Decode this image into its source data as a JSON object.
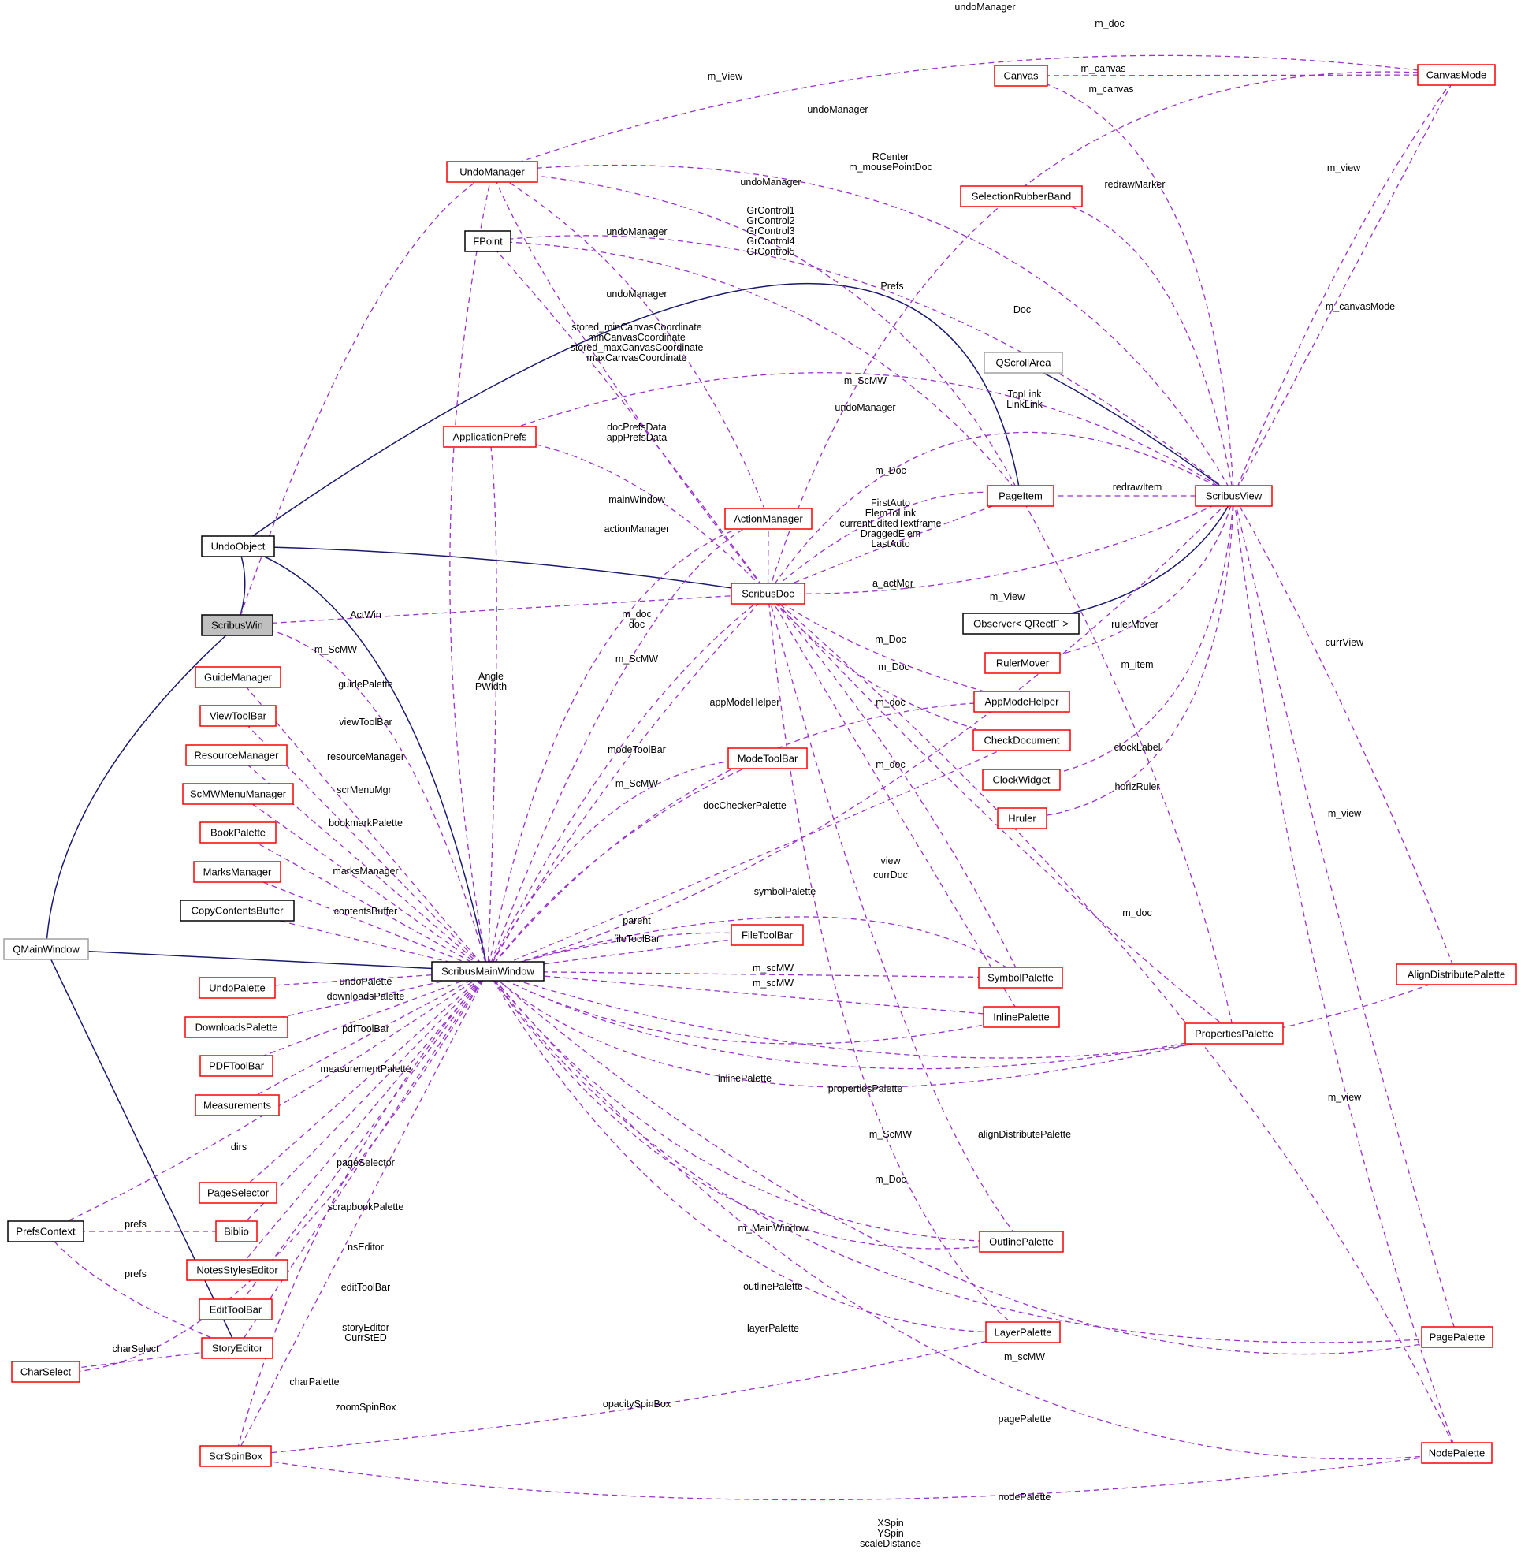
{
  "diagram": {
    "nodes": [
      {
        "id": "UndoManager",
        "label": "UndoManager",
        "style": "red"
      },
      {
        "id": "FPoint",
        "label": "FPoint",
        "style": "black"
      },
      {
        "id": "ApplicationPrefs",
        "label": "ApplicationPrefs",
        "style": "red"
      },
      {
        "id": "UndoObject",
        "label": "UndoObject",
        "style": "black"
      },
      {
        "id": "ScribusWin",
        "label": "ScribusWin",
        "style": "selected"
      },
      {
        "id": "GuideManager",
        "label": "GuideManager",
        "style": "red"
      },
      {
        "id": "ViewToolBar",
        "label": "ViewToolBar",
        "style": "red"
      },
      {
        "id": "ResourceManager",
        "label": "ResourceManager",
        "style": "red"
      },
      {
        "id": "ScMWMenuManager",
        "label": "ScMWMenuManager",
        "style": "red"
      },
      {
        "id": "BookPalette",
        "label": "BookPalette",
        "style": "red"
      },
      {
        "id": "MarksManager",
        "label": "MarksManager",
        "style": "red"
      },
      {
        "id": "CopyContentsBuffer",
        "label": "CopyContentsBuffer",
        "style": "black"
      },
      {
        "id": "QMainWindow",
        "label": "QMainWindow",
        "style": "gray"
      },
      {
        "id": "UndoPalette",
        "label": "UndoPalette",
        "style": "red"
      },
      {
        "id": "DownloadsPalette",
        "label": "DownloadsPalette",
        "style": "red"
      },
      {
        "id": "PDFToolBar",
        "label": "PDFToolBar",
        "style": "red"
      },
      {
        "id": "Measurements",
        "label": "Measurements",
        "style": "red"
      },
      {
        "id": "PageSelector",
        "label": "PageSelector",
        "style": "red"
      },
      {
        "id": "PrefsContext",
        "label": "PrefsContext",
        "style": "black"
      },
      {
        "id": "Biblio",
        "label": "Biblio",
        "style": "red"
      },
      {
        "id": "NotesStylesEditor",
        "label": "NotesStylesEditor",
        "style": "red"
      },
      {
        "id": "EditToolBar",
        "label": "EditToolBar",
        "style": "red"
      },
      {
        "id": "StoryEditor",
        "label": "StoryEditor",
        "style": "red"
      },
      {
        "id": "CharSelect",
        "label": "CharSelect",
        "style": "red"
      },
      {
        "id": "ScrSpinBox",
        "label": "ScrSpinBox",
        "style": "red"
      },
      {
        "id": "ScribusMainWindow",
        "label": "ScribusMainWindow",
        "style": "black"
      },
      {
        "id": "ActionManager",
        "label": "ActionManager",
        "style": "red"
      },
      {
        "id": "ScribusDoc",
        "label": "ScribusDoc",
        "style": "red"
      },
      {
        "id": "ModeToolBar",
        "label": "ModeToolBar",
        "style": "red"
      },
      {
        "id": "FileToolBar",
        "label": "FileToolBar",
        "style": "red"
      },
      {
        "id": "Canvas",
        "label": "Canvas",
        "style": "red"
      },
      {
        "id": "SelectionRubberBand",
        "label": "SelectionRubberBand",
        "style": "red"
      },
      {
        "id": "QScrollArea",
        "label": "QScrollArea",
        "style": "gray"
      },
      {
        "id": "PageItem",
        "label": "PageItem",
        "style": "red"
      },
      {
        "id": "ObserverQRectF",
        "label": "Observer< QRectF >",
        "style": "black"
      },
      {
        "id": "RulerMover",
        "label": "RulerMover",
        "style": "red"
      },
      {
        "id": "AppModeHelper",
        "label": "AppModeHelper",
        "style": "red"
      },
      {
        "id": "CheckDocument",
        "label": "CheckDocument",
        "style": "red"
      },
      {
        "id": "ClockWidget",
        "label": "ClockWidget",
        "style": "red"
      },
      {
        "id": "Hruler",
        "label": "Hruler",
        "style": "red"
      },
      {
        "id": "SymbolPalette",
        "label": "SymbolPalette",
        "style": "red"
      },
      {
        "id": "InlinePalette",
        "label": "InlinePalette",
        "style": "red"
      },
      {
        "id": "OutlinePalette",
        "label": "OutlinePalette",
        "style": "red"
      },
      {
        "id": "LayerPalette",
        "label": "LayerPalette",
        "style": "red"
      },
      {
        "id": "CanvasMode",
        "label": "CanvasMode",
        "style": "red"
      },
      {
        "id": "ScribusView",
        "label": "ScribusView",
        "style": "red"
      },
      {
        "id": "PropertiesPalette",
        "label": "PropertiesPalette",
        "style": "red"
      },
      {
        "id": "AlignDistributePalette",
        "label": "AlignDistributePalette",
        "style": "red"
      },
      {
        "id": "PagePalette",
        "label": "PagePalette",
        "style": "red"
      },
      {
        "id": "NodePalette",
        "label": "NodePalette",
        "style": "red"
      }
    ],
    "edge_labels": [
      "undoManager",
      "m_doc",
      "m_View",
      "m_canvas",
      "m_canvas",
      "undoManager",
      "RCenter",
      "m_mousePointDoc",
      "undoManager",
      "redrawMarker",
      "GrControl1",
      "GrControl2",
      "GrControl3",
      "GrControl4",
      "GrControl5",
      "undoManager",
      "m_view",
      "undoManager",
      "Prefs",
      "stored_minCanvasCoordinate",
      "minCanvasCoordinate",
      "stored_maxCanvasCoordinate",
      "maxCanvasCoordinate",
      "Doc",
      "m_canvasMode",
      "m_ScMW",
      "TopLink",
      "LinkLink",
      "undoManager",
      "docPrefsData",
      "appPrefsData",
      "m_Doc",
      "redrawItem",
      "mainWindow",
      "FirstAuto",
      "ElemToLink",
      "currentEditedTextframe",
      "DraggedElem",
      "LastAuto",
      "actionManager",
      "a_actMgr",
      "m_Doc",
      "m_View",
      "ActWin",
      "m_doc",
      "doc",
      "currView",
      "m_ScMW",
      "m_ScMW",
      "rulerMover",
      "m_Doc",
      "m_item",
      "Angle",
      "PWidth",
      "guidePalette",
      "appModeHelper",
      "m_doc",
      "viewToolBar",
      "modeToolBar",
      "m_doc",
      "clockLabel",
      "resourceManager",
      "m_ScMW",
      "scrMenuMgr",
      "horizRuler",
      "bookmarkPalette",
      "docCheckerPalette",
      "m_view",
      "marksManager",
      "view",
      "currDoc",
      "symbolPalette",
      "contentsBuffer",
      "m_doc",
      "parent",
      "fileToolBar",
      "m_scMW",
      "m_scMW",
      "undoPalette",
      "downloadsPalette",
      "pdfToolBar",
      "measurementPalette",
      "inlinePalette",
      "propertiesPalette",
      "m_view",
      "m_ScMW",
      "alignDistributePalette",
      "dirs",
      "pageSelector",
      "m_Doc",
      "scrapbookPalette",
      "prefs",
      "nsEditor",
      "m_MainWindow",
      "editToolBar",
      "outlinePalette",
      "prefs",
      "storyEditor",
      "CurrStED",
      "layerPalette",
      "charSelect",
      "m_scMW",
      "charPalette",
      "zoomSpinBox",
      "opacitySpinBox",
      "pagePalette",
      "nodePalette",
      "XSpin",
      "YSpin",
      "scaleDistance"
    ]
  }
}
